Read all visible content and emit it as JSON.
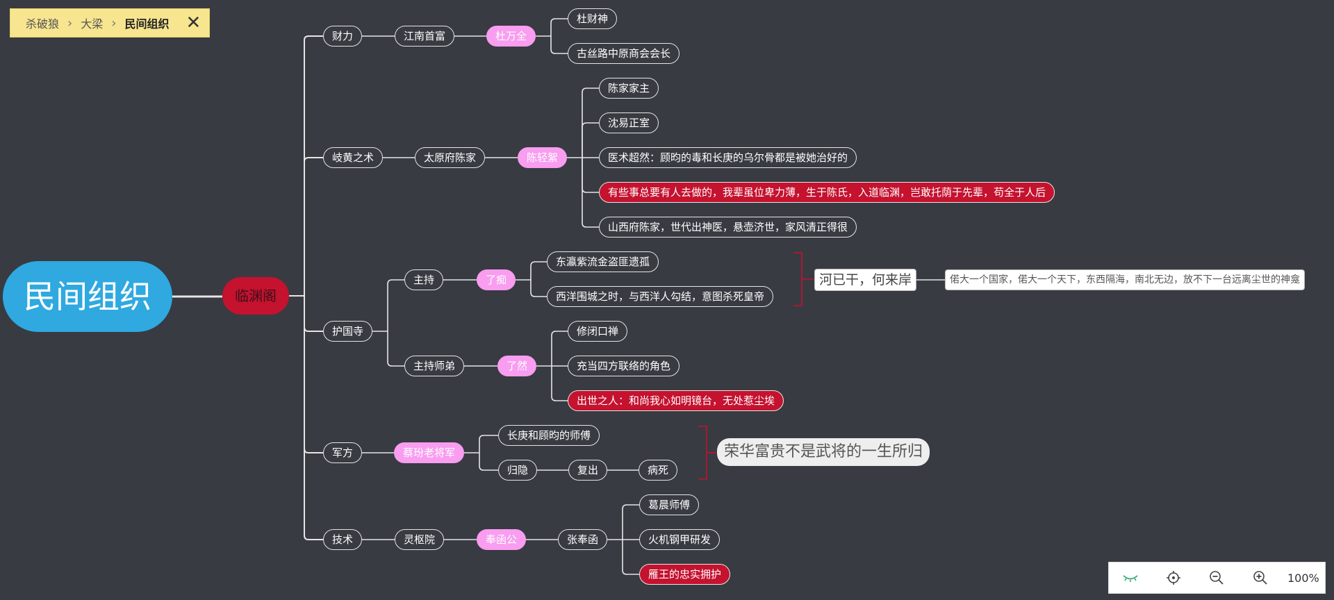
{
  "breadcrumb": [
    "杀破狼",
    "大梁",
    "民间组织"
  ],
  "colors": {
    "background": "#383b42",
    "root": "#2fa9e0",
    "accent_red": "#c4122f",
    "accent_pink": "#f89df0",
    "line": "#e6e6e6",
    "bracket": "#c4122f"
  },
  "toolbar": {
    "zoom": "100%",
    "icons": [
      "eye-closed-icon",
      "locate-icon",
      "zoom-out-icon",
      "zoom-in-icon"
    ]
  },
  "nodes": {
    "root": "民间组织",
    "main": "临渊阁",
    "c1": "财力",
    "c1a": "江南首富",
    "c1b": "杜万全",
    "c1b1": "杜财神",
    "c1b2": "古丝路中原商会会长",
    "c2": "岐黄之术",
    "c2a": "太原府陈家",
    "c2b": "陈轻絮",
    "c2b1": "陈家家主",
    "c2b2": "沈易正室",
    "c2b3": "医术超然：顾昀的毒和长庚的乌尔骨都是被她治好的",
    "c2b4": "有些事总要有人去做的，我辈虽位卑力薄，生于陈氏，入道临渊，岂敢托荫于先辈，苟全于人后",
    "c2b5": "山西府陈家，世代出神医，悬壶济世，家风清正得很",
    "c3": "护国寺",
    "c3a": "主持",
    "c3a1": "了痴",
    "c3a1a": "东瀛紫流金盗匪遗孤",
    "c3a1b": "西洋围城之时，与西洋人勾结，意图杀死皇帝",
    "s1": "河已干，何来岸",
    "s1a": "偌大一个国家，偌大一个天下，东西隔海，南北无边，放不下一台远离尘世的神龛",
    "c3b": "主持师弟",
    "c3b1": "了然",
    "c3b1a": "修闭口禅",
    "c3b1b": "充当四方联络的角色",
    "c3b1c": "出世之人：和尚我心如明镜台，无处惹尘埃",
    "c4": "军方",
    "c4a": "蔡玢老将军",
    "c4a1": "长庚和顾昀的师傅",
    "c4a2": "归隐",
    "c4a2a": "复出",
    "c4a2b": "病死",
    "s2": "荣华富贵不是武将的一生所归",
    "c5": "技术",
    "c5a": "灵枢院",
    "c5b": "奉函公",
    "c5c": "张奉函",
    "c5c1": "葛晨师傅",
    "c5c2": "火机钢甲研发",
    "c5c3": "雁王的忠实拥护"
  }
}
